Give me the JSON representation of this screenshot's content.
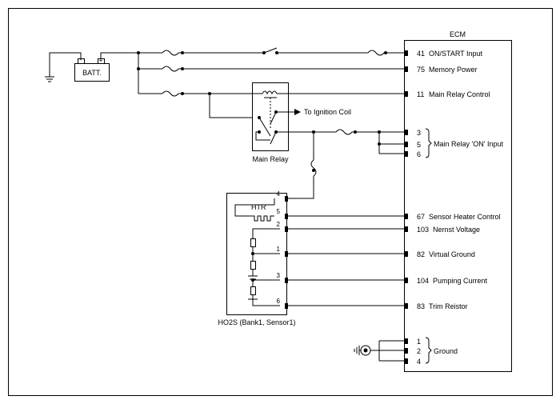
{
  "ecm": {
    "title": "ECM",
    "pins": [
      {
        "num": "41",
        "name": "ON/START Input"
      },
      {
        "num": "75",
        "name": "Memory Power"
      },
      {
        "num": "11",
        "name": "Main Relay Control"
      },
      {
        "num": "3",
        "name": ""
      },
      {
        "num": "5",
        "name": ""
      },
      {
        "num": "6",
        "name": ""
      },
      {
        "num": "67",
        "name": "Sensor Heater Control"
      },
      {
        "num": "103",
        "name": "Nernst Voltage"
      },
      {
        "num": "82",
        "name": "Virtual Ground"
      },
      {
        "num": "104",
        "name": "Pumping Current"
      },
      {
        "num": "83",
        "name": "Trim Reistor"
      },
      {
        "num": "1",
        "name": ""
      },
      {
        "num": "2",
        "name": ""
      },
      {
        "num": "4",
        "name": ""
      }
    ],
    "group_main_relay_on": "Main Relay 'ON' Input",
    "group_ground": "Ground"
  },
  "battery": {
    "label": "BATT.",
    "neg": "-",
    "pos": "+"
  },
  "relay": {
    "label": "Main Relay",
    "ignition_coil": "To Ignition Coil"
  },
  "sensor": {
    "label": "HO2S (Bank1, Sensor1)",
    "htr": "HTR",
    "pins": [
      "4",
      "5",
      "2",
      "1",
      "3",
      "6"
    ]
  }
}
